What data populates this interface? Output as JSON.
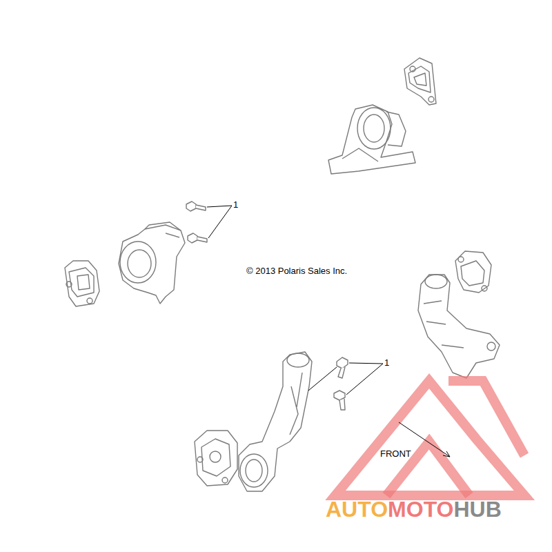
{
  "diagram": {
    "labels": [
      "1",
      "1",
      "© 2013 Polaris Sales Inc.",
      "FRONT",
      "AUTO",
      "MOTO",
      "HUB"
    ]
  }
}
